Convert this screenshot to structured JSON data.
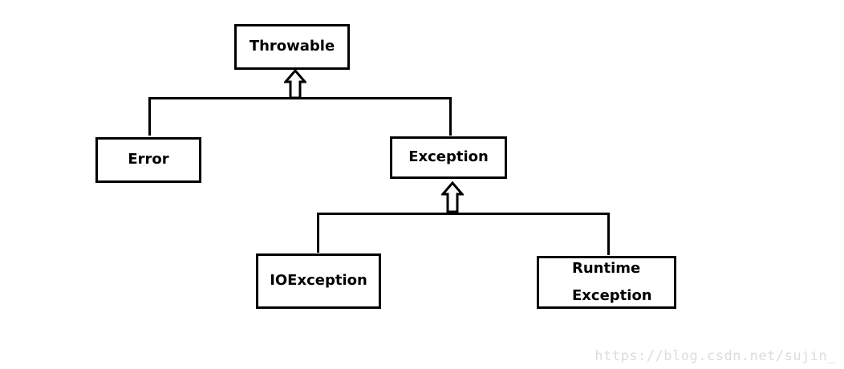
{
  "diagram": {
    "nodes": {
      "throwable": "Throwable",
      "error": "Error",
      "exception": "Exception",
      "ioexception": "IOException",
      "runtime_line1": "Runtime",
      "runtime_line2": "Exception"
    },
    "edges": [
      {
        "from": "error",
        "to": "throwable",
        "type": "inheritance"
      },
      {
        "from": "exception",
        "to": "throwable",
        "type": "inheritance"
      },
      {
        "from": "ioexception",
        "to": "exception",
        "type": "inheritance"
      },
      {
        "from": "runtime_exception",
        "to": "exception",
        "type": "inheritance"
      }
    ]
  },
  "watermark": "https://blog.csdn.net/sujin_"
}
